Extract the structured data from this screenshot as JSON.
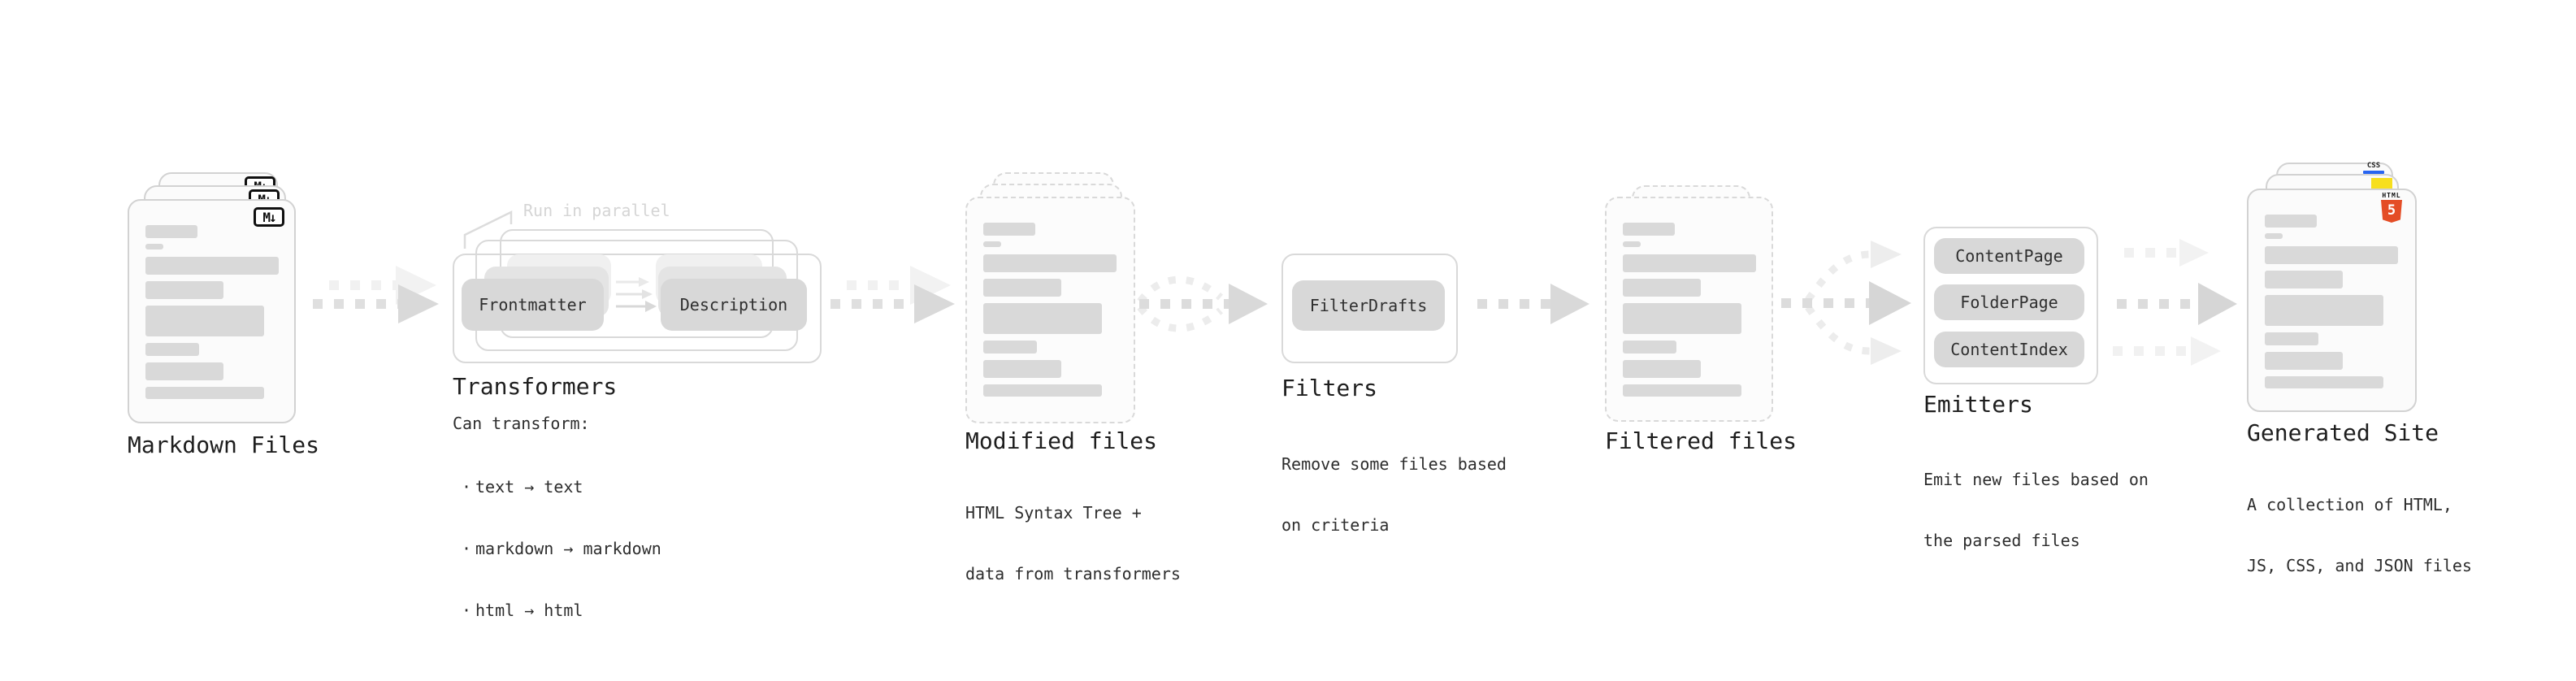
{
  "colors": {
    "html5_orange": "#e44d26",
    "js_yellow": "#f7df1e",
    "css_blue": "#2965f1"
  },
  "sections": {
    "markdown_files": {
      "title": "Markdown Files",
      "badge": "M↓"
    },
    "transformers": {
      "title": "Transformers",
      "parallel_note": "Run in parallel",
      "pills": [
        "Frontmatter",
        "Description"
      ],
      "heading": "Can transform:",
      "items": [
        "text → text",
        "markdown → markdown",
        "html → html"
      ]
    },
    "modified_files": {
      "title": "Modified files",
      "subtitle_lines": [
        "HTML Syntax Tree +",
        "data from transformers"
      ]
    },
    "filters": {
      "title": "Filters",
      "pills": [
        "FilterDrafts"
      ],
      "subtitle_lines": [
        "Remove some files based",
        "on criteria"
      ]
    },
    "filtered_files": {
      "title": "Filtered files"
    },
    "emitters": {
      "title": "Emitters",
      "pills": [
        "ContentPage",
        "FolderPage",
        "ContentIndex"
      ],
      "subtitle_lines": [
        "Emit new files based on",
        "the parsed files"
      ]
    },
    "generated_site": {
      "title": "Generated Site",
      "subtitle_lines": [
        "A collection of HTML,",
        "JS, CSS, and JSON files"
      ],
      "css_badge": "CSS",
      "html_logo_word": "HTML",
      "html_logo_number": "5"
    }
  }
}
